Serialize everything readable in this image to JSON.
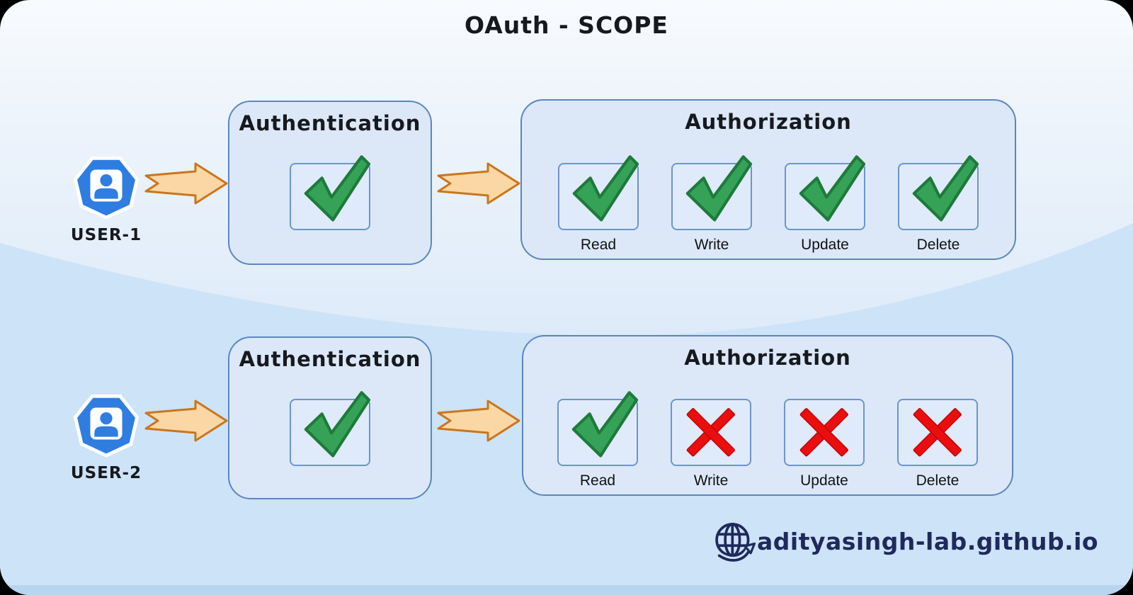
{
  "title": "OAuth - SCOPE",
  "rows": [
    {
      "user": {
        "label": "USER-1",
        "icon": "user-badge-icon"
      },
      "authentication": {
        "title": "Authentication",
        "status": "check"
      },
      "authorization": {
        "title": "Authorization",
        "permissions": [
          {
            "label": "Read",
            "status": "check"
          },
          {
            "label": "Write",
            "status": "check"
          },
          {
            "label": "Update",
            "status": "check"
          },
          {
            "label": "Delete",
            "status": "check"
          }
        ]
      }
    },
    {
      "user": {
        "label": "USER-2",
        "icon": "user-badge-icon"
      },
      "authentication": {
        "title": "Authentication",
        "status": "check"
      },
      "authorization": {
        "title": "Authorization",
        "permissions": [
          {
            "label": "Read",
            "status": "check"
          },
          {
            "label": "Write",
            "status": "cross"
          },
          {
            "label": "Update",
            "status": "cross"
          },
          {
            "label": "Delete",
            "status": "cross"
          }
        ]
      }
    }
  ],
  "footer": {
    "icon": "globe-icon",
    "website": "adityasingh-lab.github.io"
  },
  "colors": {
    "check_green": "#35a257",
    "cross_red": "#eb0e0e",
    "arrow_fill": "#fbd7a6",
    "arrow_stroke": "#c9761d",
    "box_fill": "#dce8f7",
    "box_border": "#5b86c0",
    "user_blue": "#2f7de1",
    "footer_navy": "#20295c",
    "wave_blue": "#cde3f8"
  }
}
